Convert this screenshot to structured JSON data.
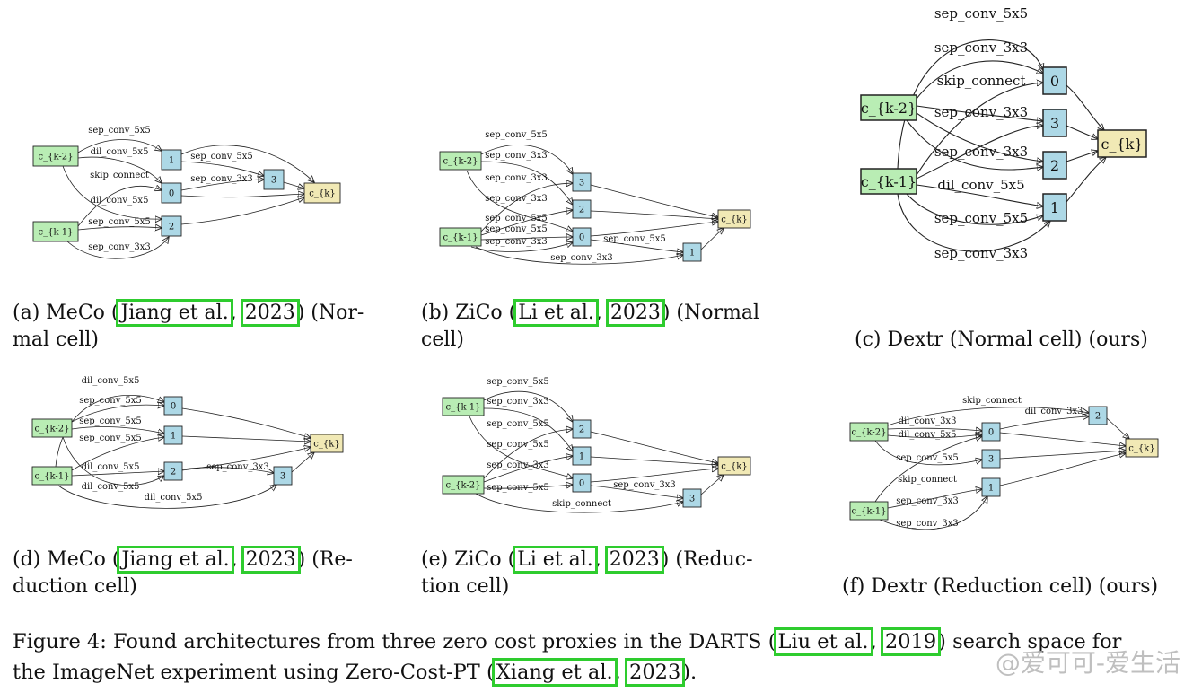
{
  "colors": {
    "input_fill": "#b9edb4",
    "op_fill": "#add8e6",
    "out_fill": "#f1e9b5",
    "cite_border": "#2ecc2e"
  },
  "panels": [
    {
      "id": "a",
      "scale": 1.0,
      "nodes": [
        {
          "id": "k2",
          "label": "c_{k-2}",
          "type": "input"
        },
        {
          "id": "k1",
          "label": "c_{k-1}",
          "type": "input"
        },
        {
          "id": "n1",
          "label": "1",
          "type": "op"
        },
        {
          "id": "n0",
          "label": "0",
          "type": "op"
        },
        {
          "id": "n2",
          "label": "2",
          "type": "op"
        },
        {
          "id": "n3",
          "label": "3",
          "type": "op"
        },
        {
          "id": "out",
          "label": "c_{k}",
          "type": "out"
        }
      ],
      "edges": [
        {
          "label": "sep_conv_5x5"
        },
        {
          "label": "dil_conv_5x5"
        },
        {
          "label": "skip_connect"
        },
        {
          "label": "dil_conv_5x5"
        },
        {
          "label": "sep_conv_5x5"
        },
        {
          "label": "sep_conv_3x3"
        },
        {
          "label": "sep_conv_5x5"
        },
        {
          "label": "sep_conv_3x3"
        }
      ]
    },
    {
      "id": "b",
      "scale": 1.0,
      "nodes": [
        {
          "id": "k2",
          "label": "c_{k-2}",
          "type": "input"
        },
        {
          "id": "k1",
          "label": "c_{k-1}",
          "type": "input"
        },
        {
          "id": "n3",
          "label": "3",
          "type": "op"
        },
        {
          "id": "n2",
          "label": "2",
          "type": "op"
        },
        {
          "id": "n0",
          "label": "0",
          "type": "op"
        },
        {
          "id": "n1",
          "label": "1",
          "type": "op"
        },
        {
          "id": "out",
          "label": "c_{k}",
          "type": "out"
        }
      ],
      "edges": [
        {
          "label": "sep_conv_5x5"
        },
        {
          "label": "sep_conv_3x3"
        },
        {
          "label": "sep_conv_3x3"
        },
        {
          "label": "sep_conv_3x3"
        },
        {
          "label": "sep_conv_5x5"
        },
        {
          "label": "sep_conv_5x5"
        },
        {
          "label": "sep_conv_3x3"
        },
        {
          "label": "sep_conv_5x5"
        },
        {
          "label": "sep_conv_3x3"
        }
      ]
    },
    {
      "id": "c",
      "scale": 1.9,
      "nodes": [
        {
          "id": "k2",
          "label": "c_{k-2}",
          "type": "input"
        },
        {
          "id": "k1",
          "label": "c_{k-1}",
          "type": "input"
        },
        {
          "id": "n0",
          "label": "0",
          "type": "op"
        },
        {
          "id": "n3",
          "label": "3",
          "type": "op"
        },
        {
          "id": "n2",
          "label": "2",
          "type": "op"
        },
        {
          "id": "n1",
          "label": "1",
          "type": "op"
        },
        {
          "id": "out",
          "label": "c_{k}",
          "type": "out"
        }
      ],
      "edges": [
        {
          "label": "sep_conv_5x5"
        },
        {
          "label": "sep_conv_3x3"
        },
        {
          "label": "skip_connect"
        },
        {
          "label": "sep_conv_3x3"
        },
        {
          "label": "sep_conv_3x3"
        },
        {
          "label": "dil_conv_5x5"
        },
        {
          "label": "sep_conv_5x5"
        },
        {
          "label": "sep_conv_3x3"
        }
      ]
    },
    {
      "id": "d",
      "scale": 1.0,
      "nodes": [
        {
          "id": "k2",
          "label": "c_{k-2}",
          "type": "input"
        },
        {
          "id": "k1",
          "label": "c_{k-1}",
          "type": "input"
        },
        {
          "id": "n0",
          "label": "0",
          "type": "op"
        },
        {
          "id": "n1",
          "label": "1",
          "type": "op"
        },
        {
          "id": "n2",
          "label": "2",
          "type": "op"
        },
        {
          "id": "n3",
          "label": "3",
          "type": "op"
        },
        {
          "id": "out",
          "label": "c_{k}",
          "type": "out"
        }
      ],
      "edges": [
        {
          "label": "dil_conv_5x5"
        },
        {
          "label": "sep_conv_5x5"
        },
        {
          "label": "sep_conv_5x5"
        },
        {
          "label": "sep_conv_5x5"
        },
        {
          "label": "dil_conv_5x5"
        },
        {
          "label": "dil_conv_5x5"
        },
        {
          "label": "sep_conv_3x3"
        },
        {
          "label": "dil_conv_5x5"
        }
      ]
    },
    {
      "id": "e",
      "scale": 1.0,
      "nodes": [
        {
          "id": "k1",
          "label": "c_{k-1}",
          "type": "input"
        },
        {
          "id": "k2",
          "label": "c_{k-2}",
          "type": "input"
        },
        {
          "id": "n2",
          "label": "2",
          "type": "op"
        },
        {
          "id": "n1",
          "label": "1",
          "type": "op"
        },
        {
          "id": "n0",
          "label": "0",
          "type": "op"
        },
        {
          "id": "n3",
          "label": "3",
          "type": "op"
        },
        {
          "id": "out",
          "label": "c_{k}",
          "type": "out"
        }
      ],
      "edges": [
        {
          "label": "sep_conv_5x5"
        },
        {
          "label": "sep_conv_3x3"
        },
        {
          "label": "sep_conv_5x5"
        },
        {
          "label": "sep_conv_5x5"
        },
        {
          "label": "sep_conv_3x3"
        },
        {
          "label": "sep_conv_5x5"
        },
        {
          "label": "sep_conv_3x3"
        },
        {
          "label": "skip_connect"
        }
      ]
    },
    {
      "id": "f",
      "scale": 1.0,
      "nodes": [
        {
          "id": "k2",
          "label": "c_{k-2}",
          "type": "input"
        },
        {
          "id": "k1",
          "label": "c_{k-1}",
          "type": "input"
        },
        {
          "id": "n0",
          "label": "0",
          "type": "op"
        },
        {
          "id": "n3",
          "label": "3",
          "type": "op"
        },
        {
          "id": "n1",
          "label": "1",
          "type": "op"
        },
        {
          "id": "n2",
          "label": "2",
          "type": "op"
        },
        {
          "id": "out",
          "label": "c_{k}",
          "type": "out"
        }
      ],
      "edges": [
        {
          "label": "skip_connect"
        },
        {
          "label": "dil_conv_3x3"
        },
        {
          "label": "dil_conv_5x5"
        },
        {
          "label": "dil_conv_3x3"
        },
        {
          "label": "sep_conv_5x5"
        },
        {
          "label": "skip_connect"
        },
        {
          "label": "sep_conv_3x3"
        },
        {
          "label": "sep_conv_3x3"
        }
      ]
    }
  ],
  "captions": {
    "a": {
      "pre": "(a) MeCo (",
      "cite1": "Jiang et al.",
      "mid": ", ",
      "cite2": "2023",
      "post": ") (Nor-",
      "line2": "mal cell)"
    },
    "b": {
      "pre": "(b) ZiCo (",
      "cite1": "Li et al.",
      "mid": ", ",
      "cite2": "2023",
      "post": ") (Normal",
      "line2": "cell)"
    },
    "c": {
      "line": "(c) Dextr (Normal cell) (ours)"
    },
    "d": {
      "pre": "(d) MeCo (",
      "cite1": "Jiang et al.",
      "mid": ", ",
      "cite2": "2023",
      "post": ") (Re-",
      "line2": "duction cell)"
    },
    "e": {
      "pre": "(e) ZiCo (",
      "cite1": "Li et al.",
      "mid": ", ",
      "cite2": "2023",
      "post": ") (Reduc-",
      "line2": "tion cell)"
    },
    "f": {
      "line": "(f) Dextr (Reduction cell) (ours)"
    }
  },
  "figure_caption": {
    "l1_pre": "Figure 4: Found architectures from three zero cost proxies in the DARTS (",
    "l1_cite1": "Liu et al.",
    "l1_mid": ", ",
    "l1_cite2": "2019",
    "l1_post": ") search space for",
    "l2_pre": "the ImageNet experiment using Zero-Cost-PT (",
    "l2_cite1": "Xiang et al.",
    "l2_mid": ", ",
    "l2_cite2": "2023",
    "l2_post": ")."
  },
  "watermark": "@爱可可-爱生活"
}
